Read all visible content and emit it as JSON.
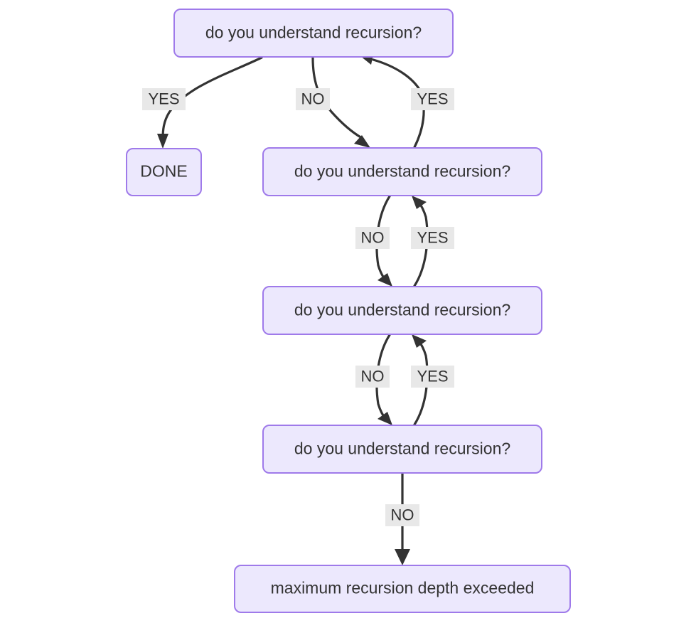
{
  "diagram": {
    "type": "flowchart",
    "direction": "top-down",
    "background_color": "#ffffff",
    "node_fill_color": "#ece8fd",
    "node_border_color": "#9f7aea",
    "edge_color": "#333333",
    "edge_label_background_color": "#e8e8e8",
    "text_color": "#333333",
    "nodes": [
      {
        "id": "q1",
        "label": "do you understand recursion?",
        "shape": "rounded-rect"
      },
      {
        "id": "done",
        "label": "DONE",
        "shape": "rounded-rect"
      },
      {
        "id": "q2",
        "label": "do you understand recursion?",
        "shape": "rounded-rect"
      },
      {
        "id": "q3",
        "label": "do you understand recursion?",
        "shape": "rounded-rect"
      },
      {
        "id": "q4",
        "label": "do you understand recursion?",
        "shape": "rounded-rect"
      },
      {
        "id": "overflow",
        "label": "maximum recursion depth exceeded",
        "shape": "rounded-rect"
      }
    ],
    "edges": [
      {
        "from": "q1",
        "to": "done",
        "label": "YES"
      },
      {
        "from": "q1",
        "to": "q2",
        "label": "NO"
      },
      {
        "from": "q2",
        "to": "q1",
        "label": "YES"
      },
      {
        "from": "q2",
        "to": "q3",
        "label": "NO"
      },
      {
        "from": "q3",
        "to": "q2",
        "label": "YES"
      },
      {
        "from": "q3",
        "to": "q4",
        "label": "NO"
      },
      {
        "from": "q4",
        "to": "q3",
        "label": "YES"
      },
      {
        "from": "q4",
        "to": "overflow",
        "label": "NO"
      }
    ]
  }
}
